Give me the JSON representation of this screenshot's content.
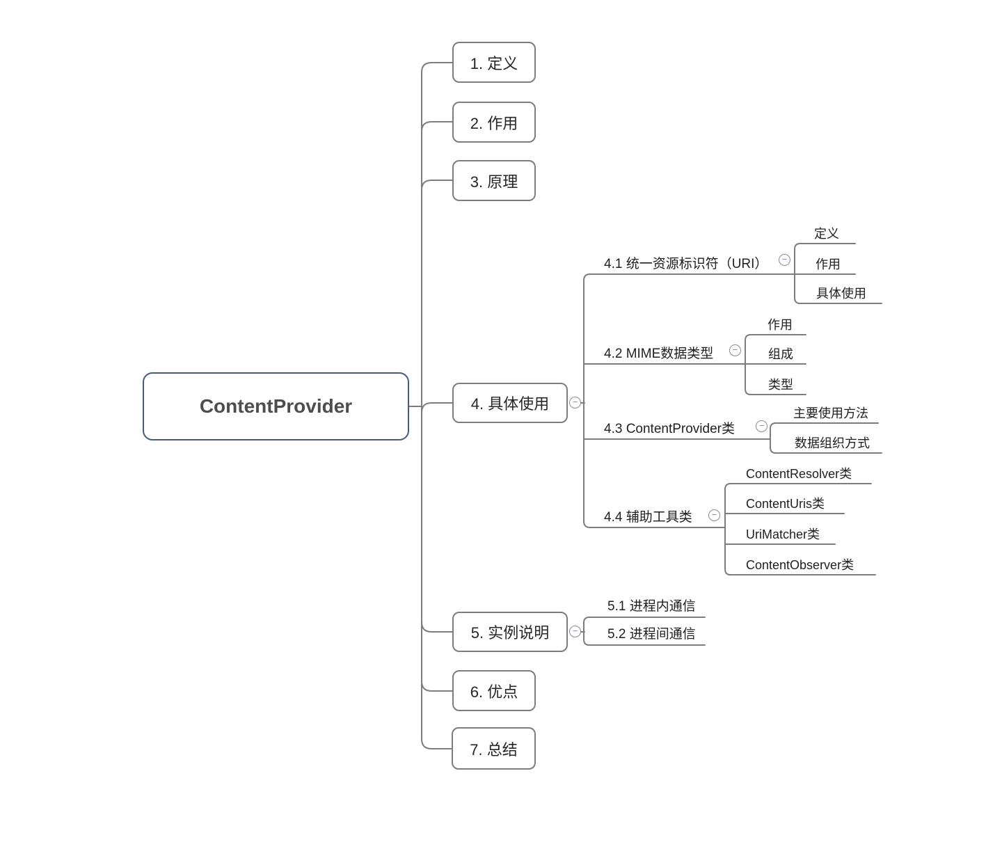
{
  "root": {
    "label": "ContentProvider"
  },
  "branches": [
    {
      "label": "1. 定义"
    },
    {
      "label": "2. 作用"
    },
    {
      "label": "3. 原理"
    },
    {
      "label": "4. 具体使用",
      "children": [
        {
          "label": "4.1 统一资源标识符（URI）",
          "children": [
            {
              "label": "定义"
            },
            {
              "label": "作用"
            },
            {
              "label": "具体使用"
            }
          ]
        },
        {
          "label": "4.2 MIME数据类型",
          "children": [
            {
              "label": "作用"
            },
            {
              "label": "组成"
            },
            {
              "label": "类型"
            }
          ]
        },
        {
          "label": "4.3 ContentProvider类",
          "children": [
            {
              "label": "主要使用方法"
            },
            {
              "label": "数据组织方式"
            }
          ]
        },
        {
          "label": "4.4 辅助工具类",
          "children": [
            {
              "label": "ContentResolver类"
            },
            {
              "label": "ContentUris类"
            },
            {
              "label": "UriMatcher类"
            },
            {
              "label": "ContentObserver类"
            }
          ]
        }
      ]
    },
    {
      "label": "5. 实例说明",
      "children": [
        {
          "label": "5.1 进程内通信"
        },
        {
          "label": "5.2 进程间通信"
        }
      ]
    },
    {
      "label": "6. 优点"
    },
    {
      "label": "7. 总结"
    }
  ],
  "icons": {
    "collapse_glyph": "−"
  },
  "colors": {
    "root_border": "#465a7d",
    "root_text": "#4d4d4d",
    "node_border": "#7d7d7d",
    "line": "#7d7d7d",
    "text": "#1f1f1f",
    "collapse_minus": "#7c85bf",
    "background": "#ffffff"
  }
}
